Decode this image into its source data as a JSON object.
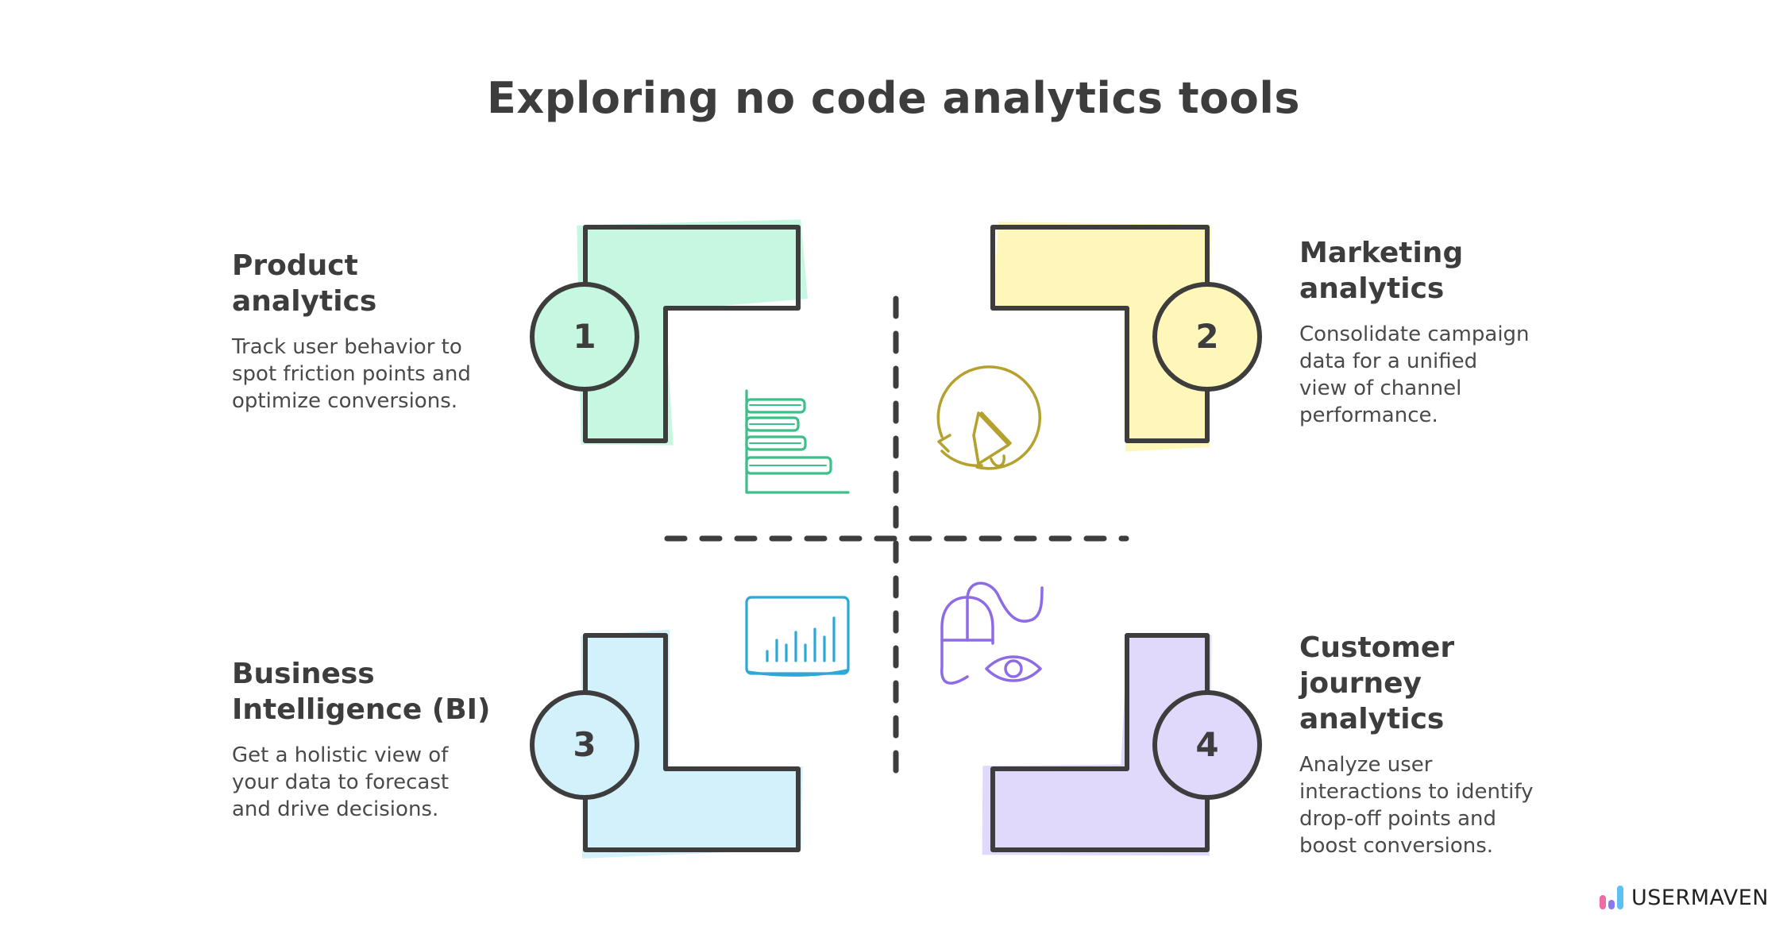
{
  "title": "Exploring no code analytics tools",
  "colors": {
    "ink": "#3d3d3d",
    "product": "#c5f7e1",
    "marketing": "#fff7ba",
    "bi": "#d2f1fb",
    "journey": "#e1d9fb",
    "product_icon": "#3dbf88",
    "marketing_icon": "#b5a12f",
    "bi_icon": "#2aa9d6",
    "journey_icon": "#8d6ae6"
  },
  "quadrants": [
    {
      "number": "1",
      "heading_lines": [
        "Product",
        "analytics"
      ],
      "description_lines": [
        "Track user behavior to",
        "spot friction points and",
        "optimize conversions."
      ],
      "icon": "horizontal-bar-chart-icon"
    },
    {
      "number": "2",
      "heading_lines": [
        "Marketing",
        "analytics"
      ],
      "description_lines": [
        "Consolidate campaign",
        "data for a unified",
        "view of channel",
        "performance."
      ],
      "icon": "megaphone-refresh-icon"
    },
    {
      "number": "3",
      "heading_lines": [
        "Business",
        "Intelligence (BI)"
      ],
      "description_lines": [
        "Get a holistic view of",
        "your data to forecast",
        "and drive decisions."
      ],
      "icon": "dashboard-chart-icon"
    },
    {
      "number": "4",
      "heading_lines": [
        "Customer",
        "journey",
        "analytics"
      ],
      "description_lines": [
        "Analyze user",
        "interactions to identify",
        "drop-off points and",
        "boost conversions."
      ],
      "icon": "mouse-eye-icon"
    }
  ],
  "logo": {
    "text": "USERMAVEN",
    "bar_colors": [
      "#f06aa8",
      "#8a78f0",
      "#5cc0f2"
    ]
  }
}
